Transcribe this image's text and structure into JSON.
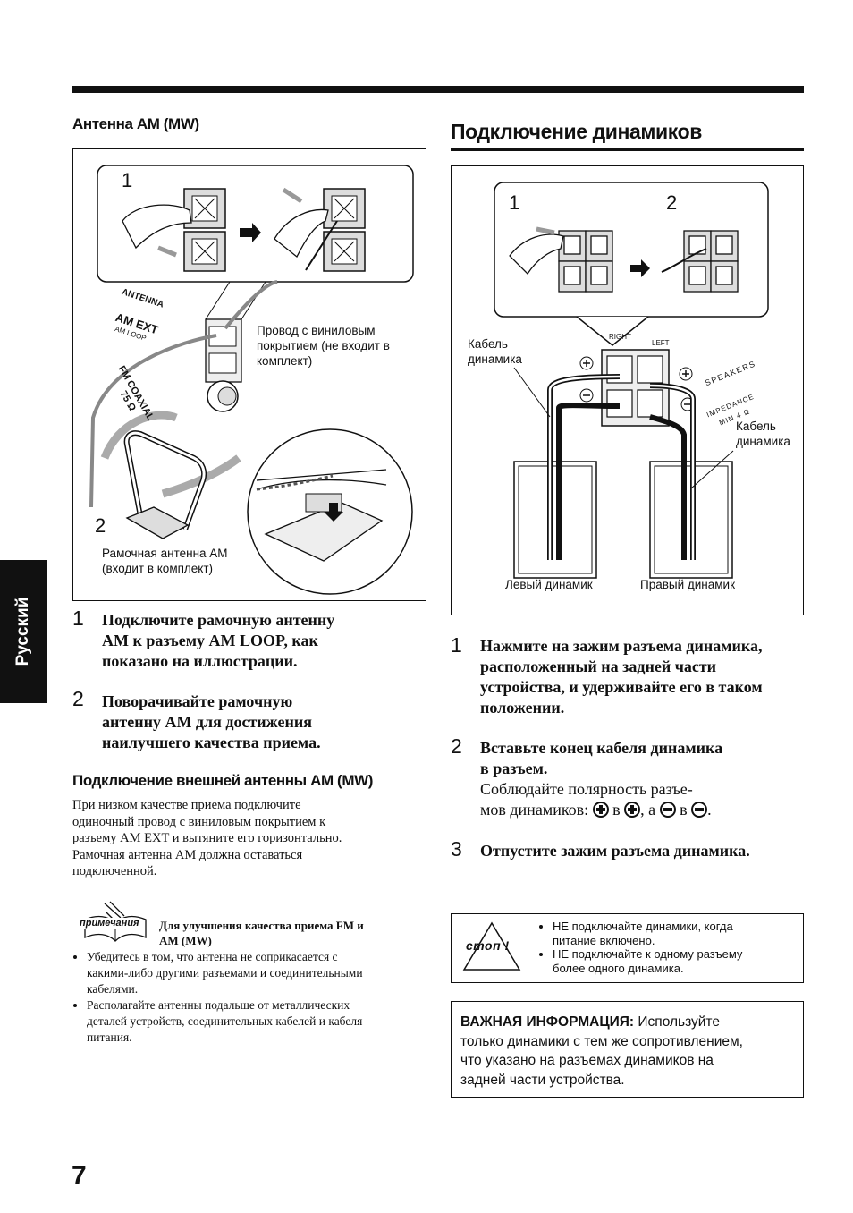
{
  "page_number": "7",
  "side_tab": "Русский",
  "left": {
    "heading": "Антенна AM (MW)",
    "figure": {
      "num1": "1",
      "num2": "2",
      "labels": {
        "antenna": "ANTENNA",
        "am_ext": "AM EXT",
        "am_loop": "AM LOOP",
        "coaxial": "FM COAXIAL",
        "ohm": "75 Ω",
        "wire": [
          "Провод с виниловым",
          "покрытием (не входит в",
          "комплект)"
        ],
        "loop": [
          "Рамочная антенна AM",
          "(входит в комплект)"
        ]
      }
    },
    "steps": [
      {
        "num": "1",
        "lines": [
          "Подключите рамочную антенну",
          "AM к разъему AM LOOP, как",
          "показано на иллюстрации."
        ]
      },
      {
        "num": "2",
        "lines": [
          "Поворачивайте рамочную",
          "антенну AM для достижения",
          "наилучшего качества приема."
        ]
      }
    ],
    "subheading": "Подключение внешней антенны AM (MW)",
    "paragraph": [
      "При низком качестве приема подключите",
      "одиночный провод с виниловым покрытием к",
      "разъему AM EXT и вытяните его горизонтально.",
      "Рамочная антенна AM должна оставаться",
      "подключенной."
    ],
    "note": {
      "icon_label": "примечания",
      "title": [
        "Для улучшения качества приема FM и",
        "AM (MW)"
      ],
      "items": [
        [
          "Убедитесь в том, что антенна не соприкасается с",
          "какими-либо другими разъемами и соединительными",
          "кабелями."
        ],
        [
          "Располагайте антенны подальше от металлических",
          "деталей устройств, соединительных кабелей и кабеля",
          "питания."
        ]
      ]
    }
  },
  "right": {
    "heading": "Подключение динамиков",
    "figure": {
      "num1": "1",
      "num2": "2",
      "labels": {
        "cable_left": [
          "Кабель",
          "динамика"
        ],
        "cable_right": [
          "Кабель",
          "динамика"
        ],
        "right": "RIGHT",
        "left": "LEFT",
        "speakers": "SPEAKERS",
        "impedance": "IMPEDANCE",
        "min": "MIN 4 Ω",
        "left_speaker": "Левый динамик",
        "right_speaker": "Правый динамик"
      }
    },
    "steps": [
      {
        "num": "1",
        "lines": [
          "Нажмите на зажим разъема динамика,",
          "расположенный на задней части",
          "устройства, и удерживайте его в таком",
          "положении."
        ]
      },
      {
        "num": "2",
        "lines": [
          "Вставьте конец кабеля динамика",
          "в разъем."
        ],
        "extra": {
          "line1": "Соблюдайте полярность разъе-",
          "line2_start": "мов динамиков:",
          "in": "в",
          "and": ", а",
          "end": "."
        }
      },
      {
        "num": "3",
        "lines": [
          "Отпустите зажим разъема динамика."
        ]
      }
    ],
    "warning": {
      "icon_label": "стоп !",
      "items": [
        [
          "НЕ подключайте динамики, когда",
          "питание включено."
        ],
        [
          "НЕ подключайте к одному разъему",
          "более одного динамика."
        ]
      ]
    },
    "important": {
      "title": "ВАЖНАЯ ИНФОРМАЦИЯ:",
      "lines": [
        "Используйте",
        "только динамики с тем же сопротивлением,",
        "что указано на разъемах динамиков на",
        "задней части устройства."
      ]
    }
  }
}
